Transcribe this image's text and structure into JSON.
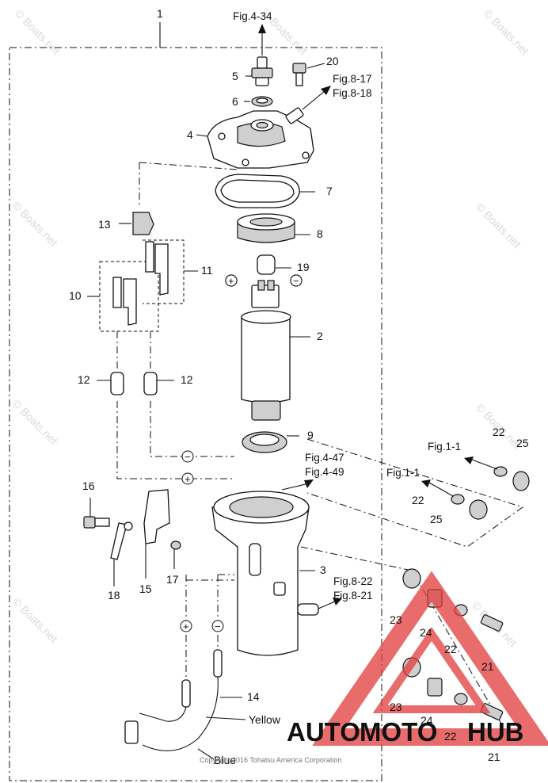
{
  "callouts": {
    "n1": "1",
    "n2": "2",
    "n3": "3",
    "n4": "4",
    "n5": "5",
    "n6": "6",
    "n7": "7",
    "n8": "8",
    "n9": "9",
    "n10": "10",
    "n11": "11",
    "n12a": "12",
    "n12b": "12",
    "n13": "13",
    "n14": "14",
    "n15": "15",
    "n16": "16",
    "n17": "17",
    "n18": "18",
    "n19": "19",
    "n20": "20",
    "n21a": "21",
    "n21b": "21",
    "n22a": "22",
    "n22b": "22",
    "n22c": "22",
    "n22d": "22",
    "n23a": "23",
    "n23b": "23",
    "n24a": "24",
    "n24b": "24",
    "n25a": "25",
    "n25b": "25"
  },
  "references": {
    "fig_4_34": "Fig.4-34",
    "fig_8_17": "Fig.8-17",
    "fig_8_18": "Fig.8-18",
    "fig_4_47": "Fig.4-47",
    "fig_4_49": "Fig.4-49",
    "fig_8_22": "Fig.8-22",
    "fig_8_21": "Fig.8-21",
    "fig_1_1a": "Fig.1-1",
    "fig_1_1b": "Fig.1-1"
  },
  "polarity": {
    "plus": "+",
    "minus": "−"
  },
  "wires": {
    "yellow": "Yellow",
    "blue": "Blue"
  },
  "copyright": "Copyright 2016 Tohatsu America Corporation",
  "watermarks": {
    "text": "© Boats.net"
  },
  "branding": {
    "logo_part1": "AUTO",
    "logo_part2": "MOTO",
    "logo_part3": "HUB",
    "orange": "#f5a623",
    "gray": "#5a5a5a",
    "red": "#e23b3b"
  }
}
